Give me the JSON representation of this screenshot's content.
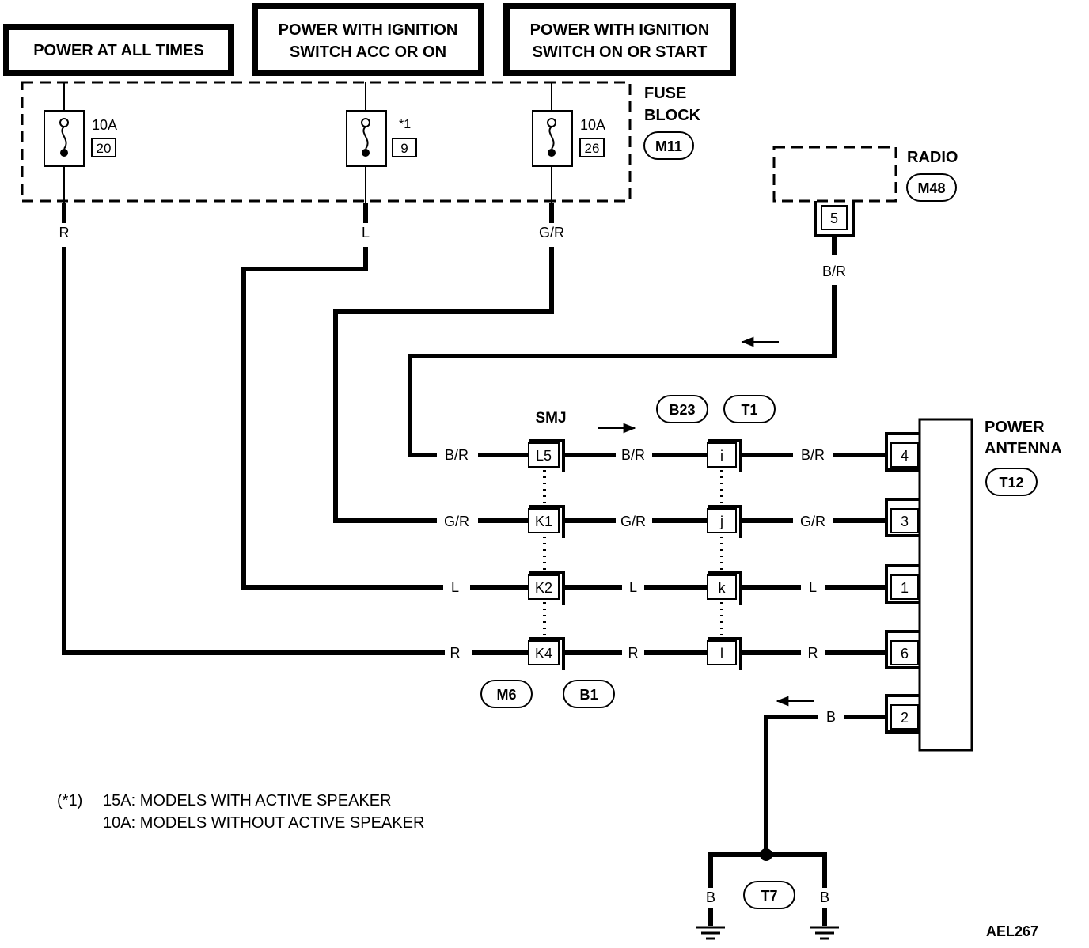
{
  "headers": {
    "power_always": "POWER AT ALL TIMES",
    "power_acc_line1": "POWER WITH IGNITION",
    "power_acc_line2": "SWITCH ACC OR ON",
    "power_on_line1": "POWER WITH IGNITION",
    "power_on_line2": "SWITCH ON OR START"
  },
  "fuse_block": {
    "label_line1": "FUSE",
    "label_line2": "BLOCK",
    "connector": "M11",
    "fuses": [
      {
        "rating": "10A",
        "number": "20",
        "wire": "R"
      },
      {
        "rating": "*1",
        "number": "9",
        "wire": "L"
      },
      {
        "rating": "10A",
        "number": "26",
        "wire": "G/R"
      }
    ]
  },
  "radio": {
    "label": "RADIO",
    "connector": "M48",
    "terminal": "5",
    "wire": "B/R"
  },
  "smj": {
    "label": "SMJ",
    "connectors_left": [
      "M6",
      "B1"
    ],
    "connectors_right": [
      "B23",
      "T1"
    ],
    "left_terminals": [
      "L5",
      "K1",
      "K2",
      "K4"
    ],
    "right_terminals": [
      "i",
      "j",
      "k",
      "l"
    ]
  },
  "power_antenna": {
    "label_line1": "POWER",
    "label_line2": "ANTENNA",
    "connector": "T12",
    "terminals": [
      "4",
      "3",
      "1",
      "6",
      "2"
    ]
  },
  "wires": [
    "B/R",
    "G/R",
    "L",
    "R",
    "B"
  ],
  "ground": {
    "connector": "T7",
    "wire_left": "B",
    "wire_right": "B"
  },
  "footnote": {
    "marker": "(*1)",
    "line1": "15A: MODELS WITH ACTIVE SPEAKER",
    "line2": "10A: MODELS WITHOUT ACTIVE SPEAKER"
  },
  "diagram_code": "AEL267"
}
